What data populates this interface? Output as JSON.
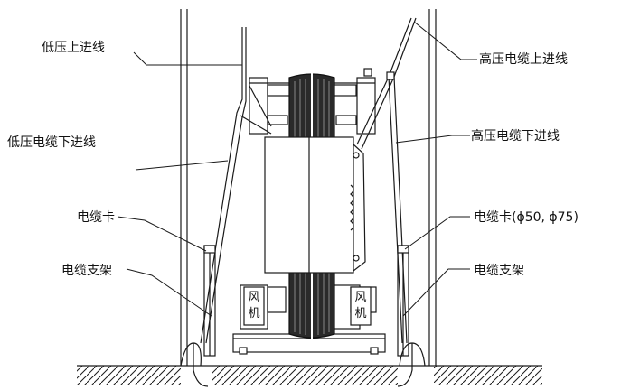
{
  "labels": {
    "low_voltage_top_entry": "低压上进线",
    "low_voltage_cable_bottom_entry": "低压电缆下进线",
    "cable_clamp_left": "电缆卡",
    "cable_bracket_left": "电缆支架",
    "high_voltage_cable_top_entry": "高压电缆上进线",
    "high_voltage_cable_bottom_entry": "高压电缆下进线",
    "cable_clamp_right": "电缆卡(ϕ50, ϕ75)",
    "cable_bracket_right": "电缆支架",
    "fan_left_top": "风",
    "fan_left_bottom": "机",
    "fan_right_top": "风",
    "fan_right_bottom": "机"
  },
  "colors": {
    "line": "#1a1a1a"
  }
}
